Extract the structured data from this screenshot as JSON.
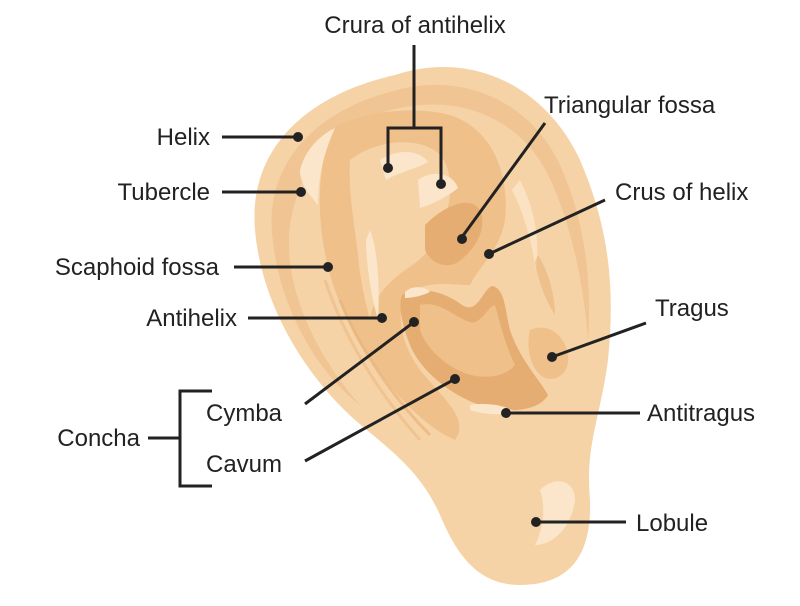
{
  "labels": {
    "crura_of_antihelix": "Crura of antihelix",
    "triangular_fossa": "Triangular fossa",
    "helix": "Helix",
    "tubercle": "Tubercle",
    "crus_of_helix": "Crus of helix",
    "scaphoid_fossa": "Scaphoid fossa",
    "antihelix": "Antihelix",
    "tragus": "Tragus",
    "concha": "Concha",
    "cymba": "Cymba",
    "cavum": "Cavum",
    "antitragus": "Antitragus",
    "lobule": "Lobule"
  },
  "colors": {
    "ear_outer": "#f6d3a6",
    "ear_mid": "#efc08a",
    "ear_dark": "#e6ad72",
    "ear_highlight": "#fbe6cb",
    "ear_edge": "#e9b47c",
    "leader": "#222222"
  }
}
